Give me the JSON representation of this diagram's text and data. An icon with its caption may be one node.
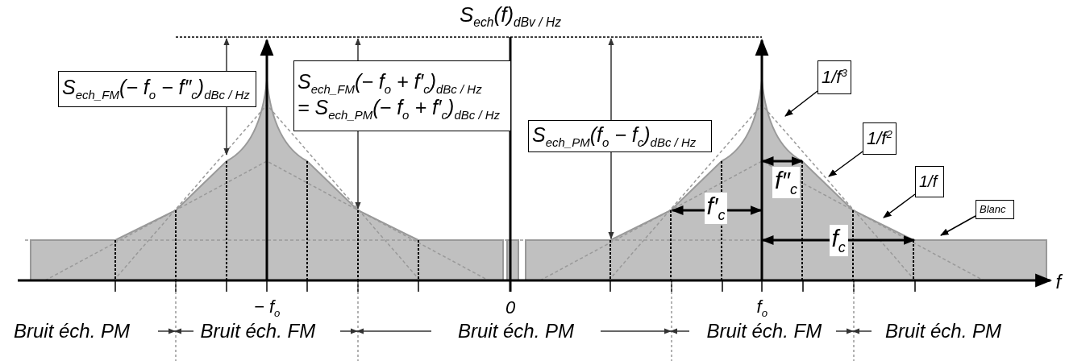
{
  "diagram": {
    "title": "S$_{ech}$(f)$_{dBv / Hz}$",
    "nodes": [
      {
        "text": [
          "1/f$^{3}$"
        ]
      },
      {
        "text": [
          "1/f$^{2}$"
        ]
      },
      {
        "text": [
          "1/f"
        ]
      },
      {
        "text": [
          "Blanc"
        ]
      },
      {
        "text": [
          "S$_{ech_FM}$(− f$_{o}$ − f″$_{c}$)$_{dBc / Hz}$"
        ]
      },
      {
        "text": [
          "S$_{ech_FM}$(− f$_{o}$ + f′$_{c}$)$_{dBc / Hz}$",
          "= S$_{ech_PM}$(− f$_{o}$ + f′$_{c}$)$_{dBc / Hz}$"
        ]
      },
      {
        "text": [
          "S$_{ech_PM}$(f$_{o}$ − f$_{c}$)$_{dBc / Hz}$"
        ]
      }
    ],
    "edges": [
      {
        "from": 0,
        "to": null,
        "arrow": "to"
      },
      {
        "from": 1,
        "to": null,
        "arrow": "to"
      },
      {
        "from": 2,
        "to": null,
        "arrow": "to"
      },
      {
        "from": 3,
        "to": null,
        "arrow": "to"
      }
    ],
    "labels": [
      "f″$_{c}$",
      "f′$_{c}$",
      "f$_{c}$",
      "f",
      "− f$_{o}$",
      "0",
      "f$_{o}$",
      "Bruit éch. PM",
      "Bruit éch. FM",
      "Bruit éch. PM",
      "Bruit éch. FM",
      "Bruit éch. PM"
    ]
  }
}
